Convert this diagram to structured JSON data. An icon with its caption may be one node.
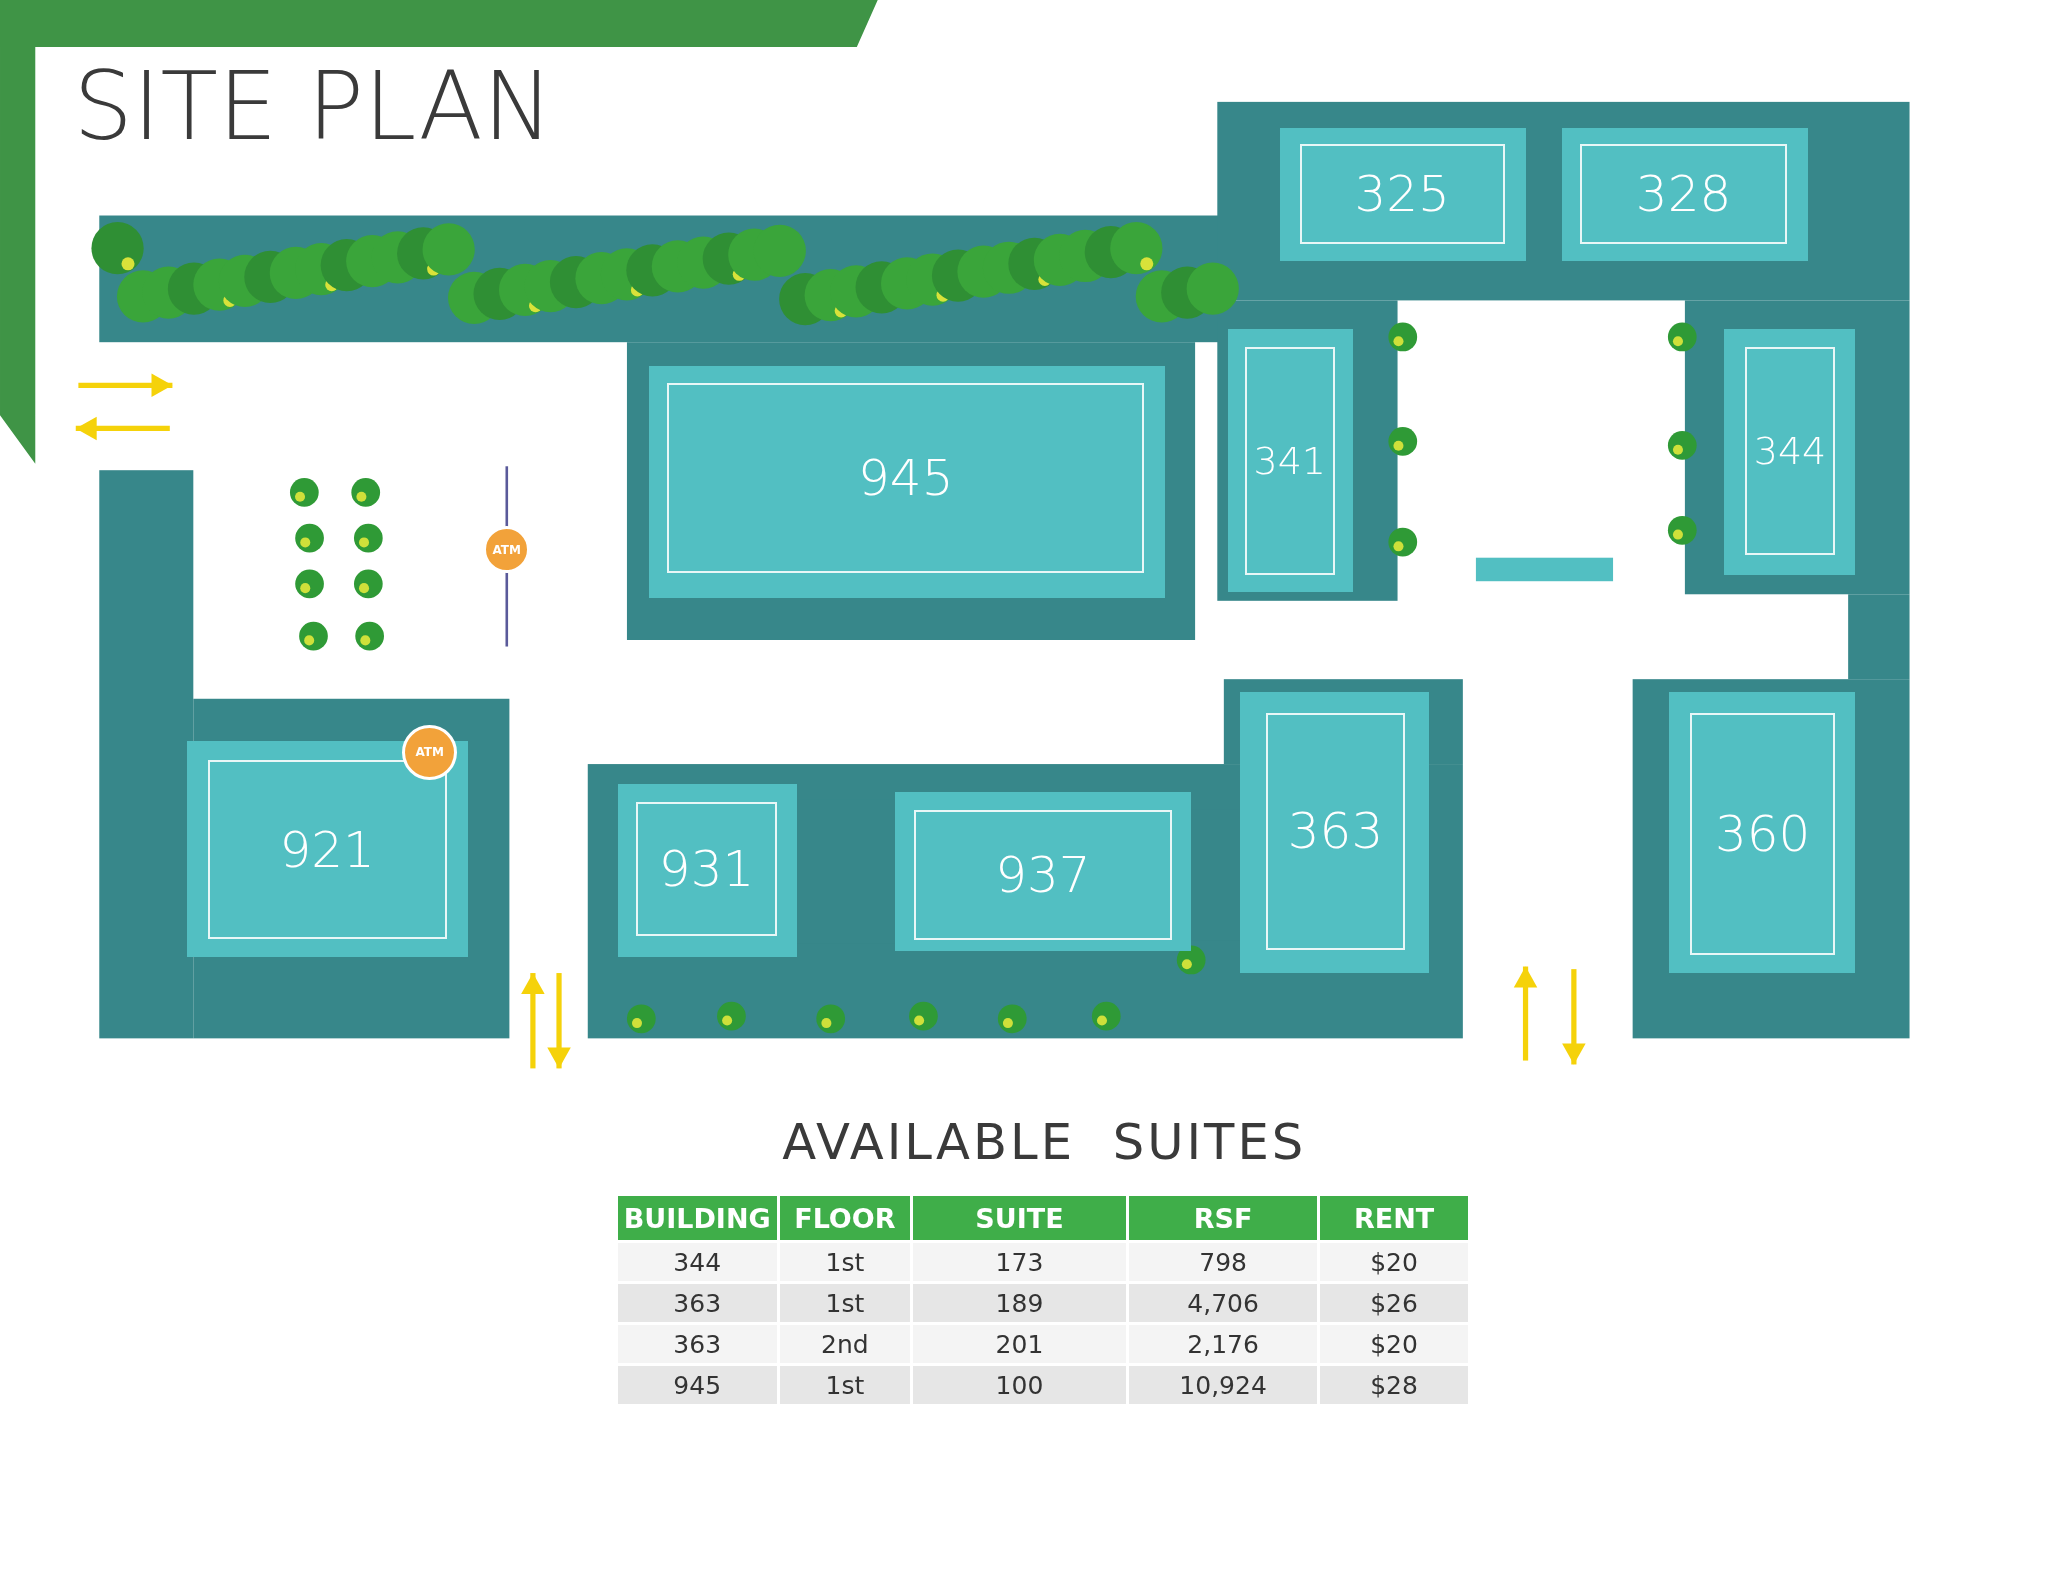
{
  "diagram": {
    "title": "SITE PLAN",
    "nodes": [
      {
        "text": [
          "325"
        ]
      },
      {
        "text": [
          "328"
        ]
      },
      {
        "text": [
          "945"
        ]
      },
      {
        "text": [
          "341"
        ]
      },
      {
        "text": [
          "344"
        ]
      },
      {
        "text": [
          "ATM"
        ]
      },
      {
        "text": [
          "ATM"
        ]
      },
      {
        "text": [
          "921"
        ]
      },
      {
        "text": [
          "931"
        ]
      },
      {
        "text": [
          "937"
        ]
      },
      {
        "text": [
          "363"
        ]
      },
      {
        "text": [
          "360"
        ]
      }
    ],
    "labels": [
      "AVAILABLE  SUITES",
      "BUILDING",
      "FLOOR",
      "SUITE",
      "RSF",
      "RENT",
      "344",
      "1st",
      "173",
      "798",
      "$20",
      "363",
      "1st",
      "189",
      "4,706",
      "$26",
      "363",
      "2nd",
      "201",
      "2,176",
      "$20",
      "945",
      "1st",
      "100",
      "10,924",
      "$28"
    ]
  }
}
